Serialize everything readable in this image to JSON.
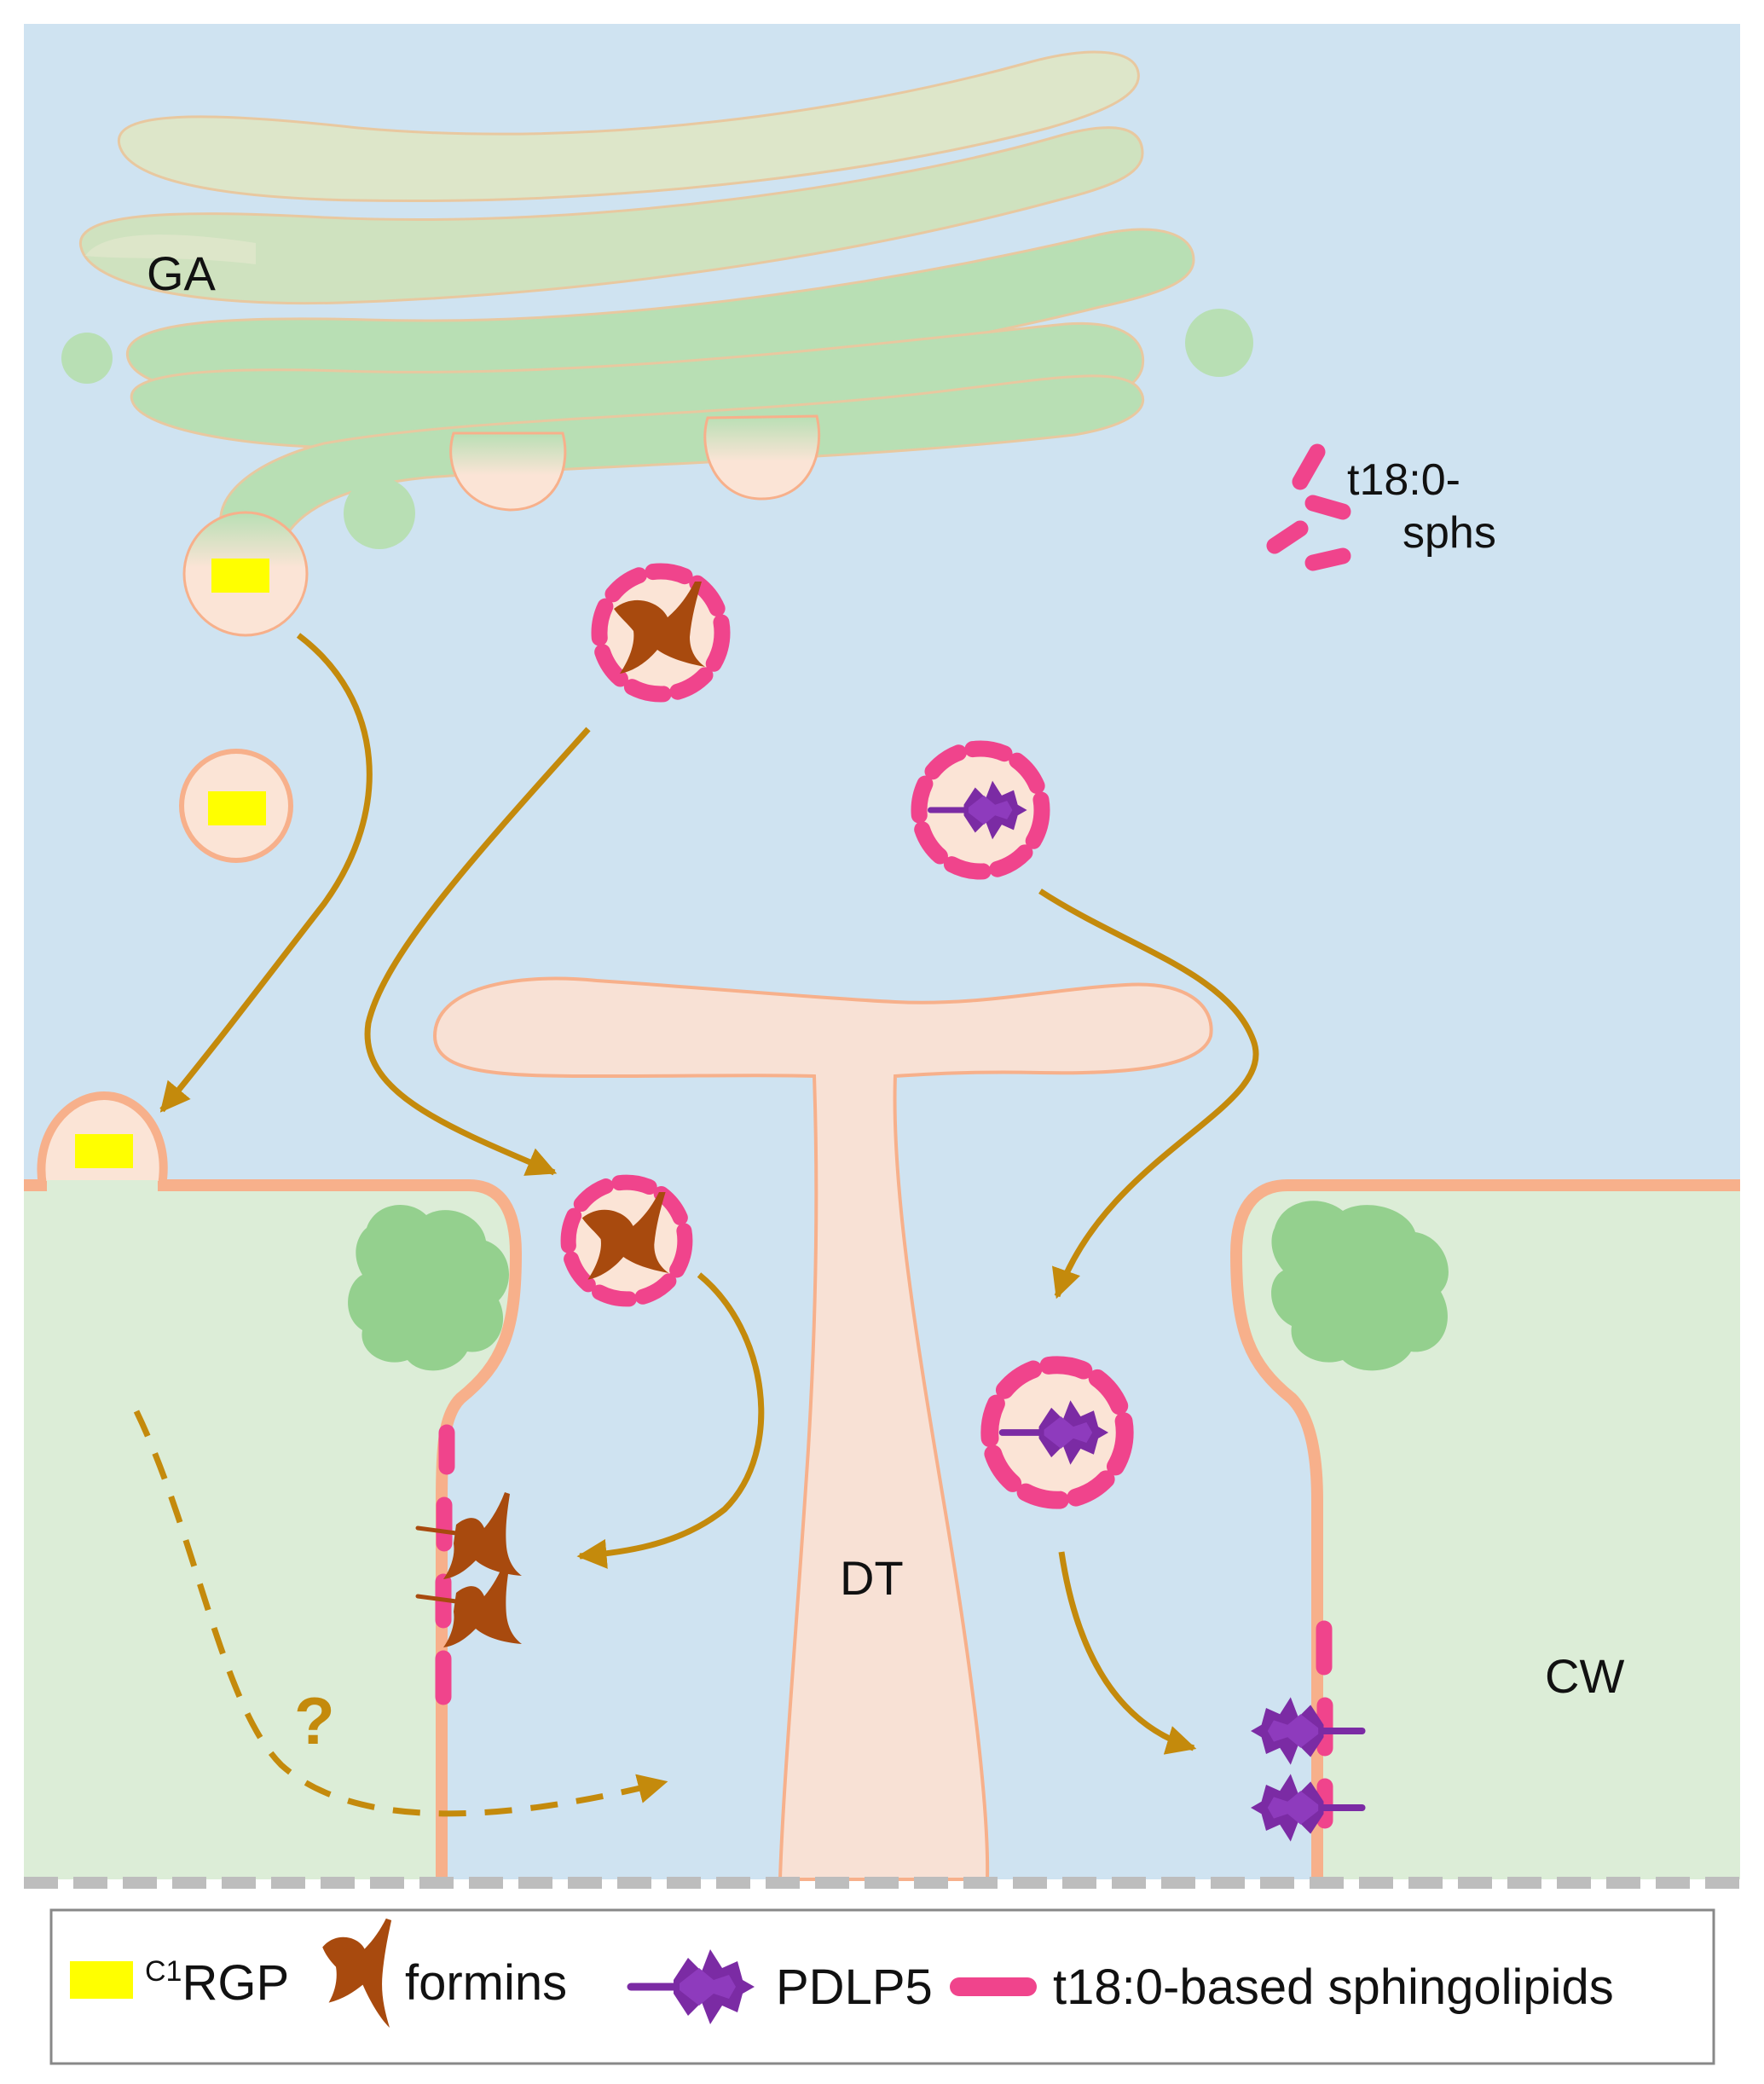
{
  "labels": {
    "ga": "GA",
    "dt": "DT",
    "cw": "CW",
    "sphs_line1": "t18:0-",
    "sphs_line2": "sphs",
    "question": "?"
  },
  "legend": {
    "items": [
      {
        "key": "c1rgp",
        "superscript": "C1",
        "text": "RGP",
        "icon": "yellow-rect-icon"
      },
      {
        "key": "formins",
        "text": "formins",
        "icon": "formin-icon"
      },
      {
        "key": "pdlp5",
        "text": "PDLP5",
        "icon": "pdlp5-icon"
      },
      {
        "key": "sphingolipids",
        "text": "t18:0-based sphingolipids",
        "icon": "sphingolipid-dash-icon"
      }
    ]
  },
  "colors": {
    "cytoplasm": "#cfe3f1",
    "cell_wall": "#dcedd7",
    "golgi_light": "#dde6c9",
    "golgi": "#b8dfb4",
    "membrane": "#f7b08b",
    "vesicle_fill": "#fbe4d6",
    "sphingolipid": "#f0448c",
    "c1rgp": "#ffff00",
    "formin": "#a84a0e",
    "pdlp5": "#7b2ba4",
    "arrow": "#c48a0c",
    "callose": "#94d08e",
    "divider": "#bdbdbd"
  }
}
